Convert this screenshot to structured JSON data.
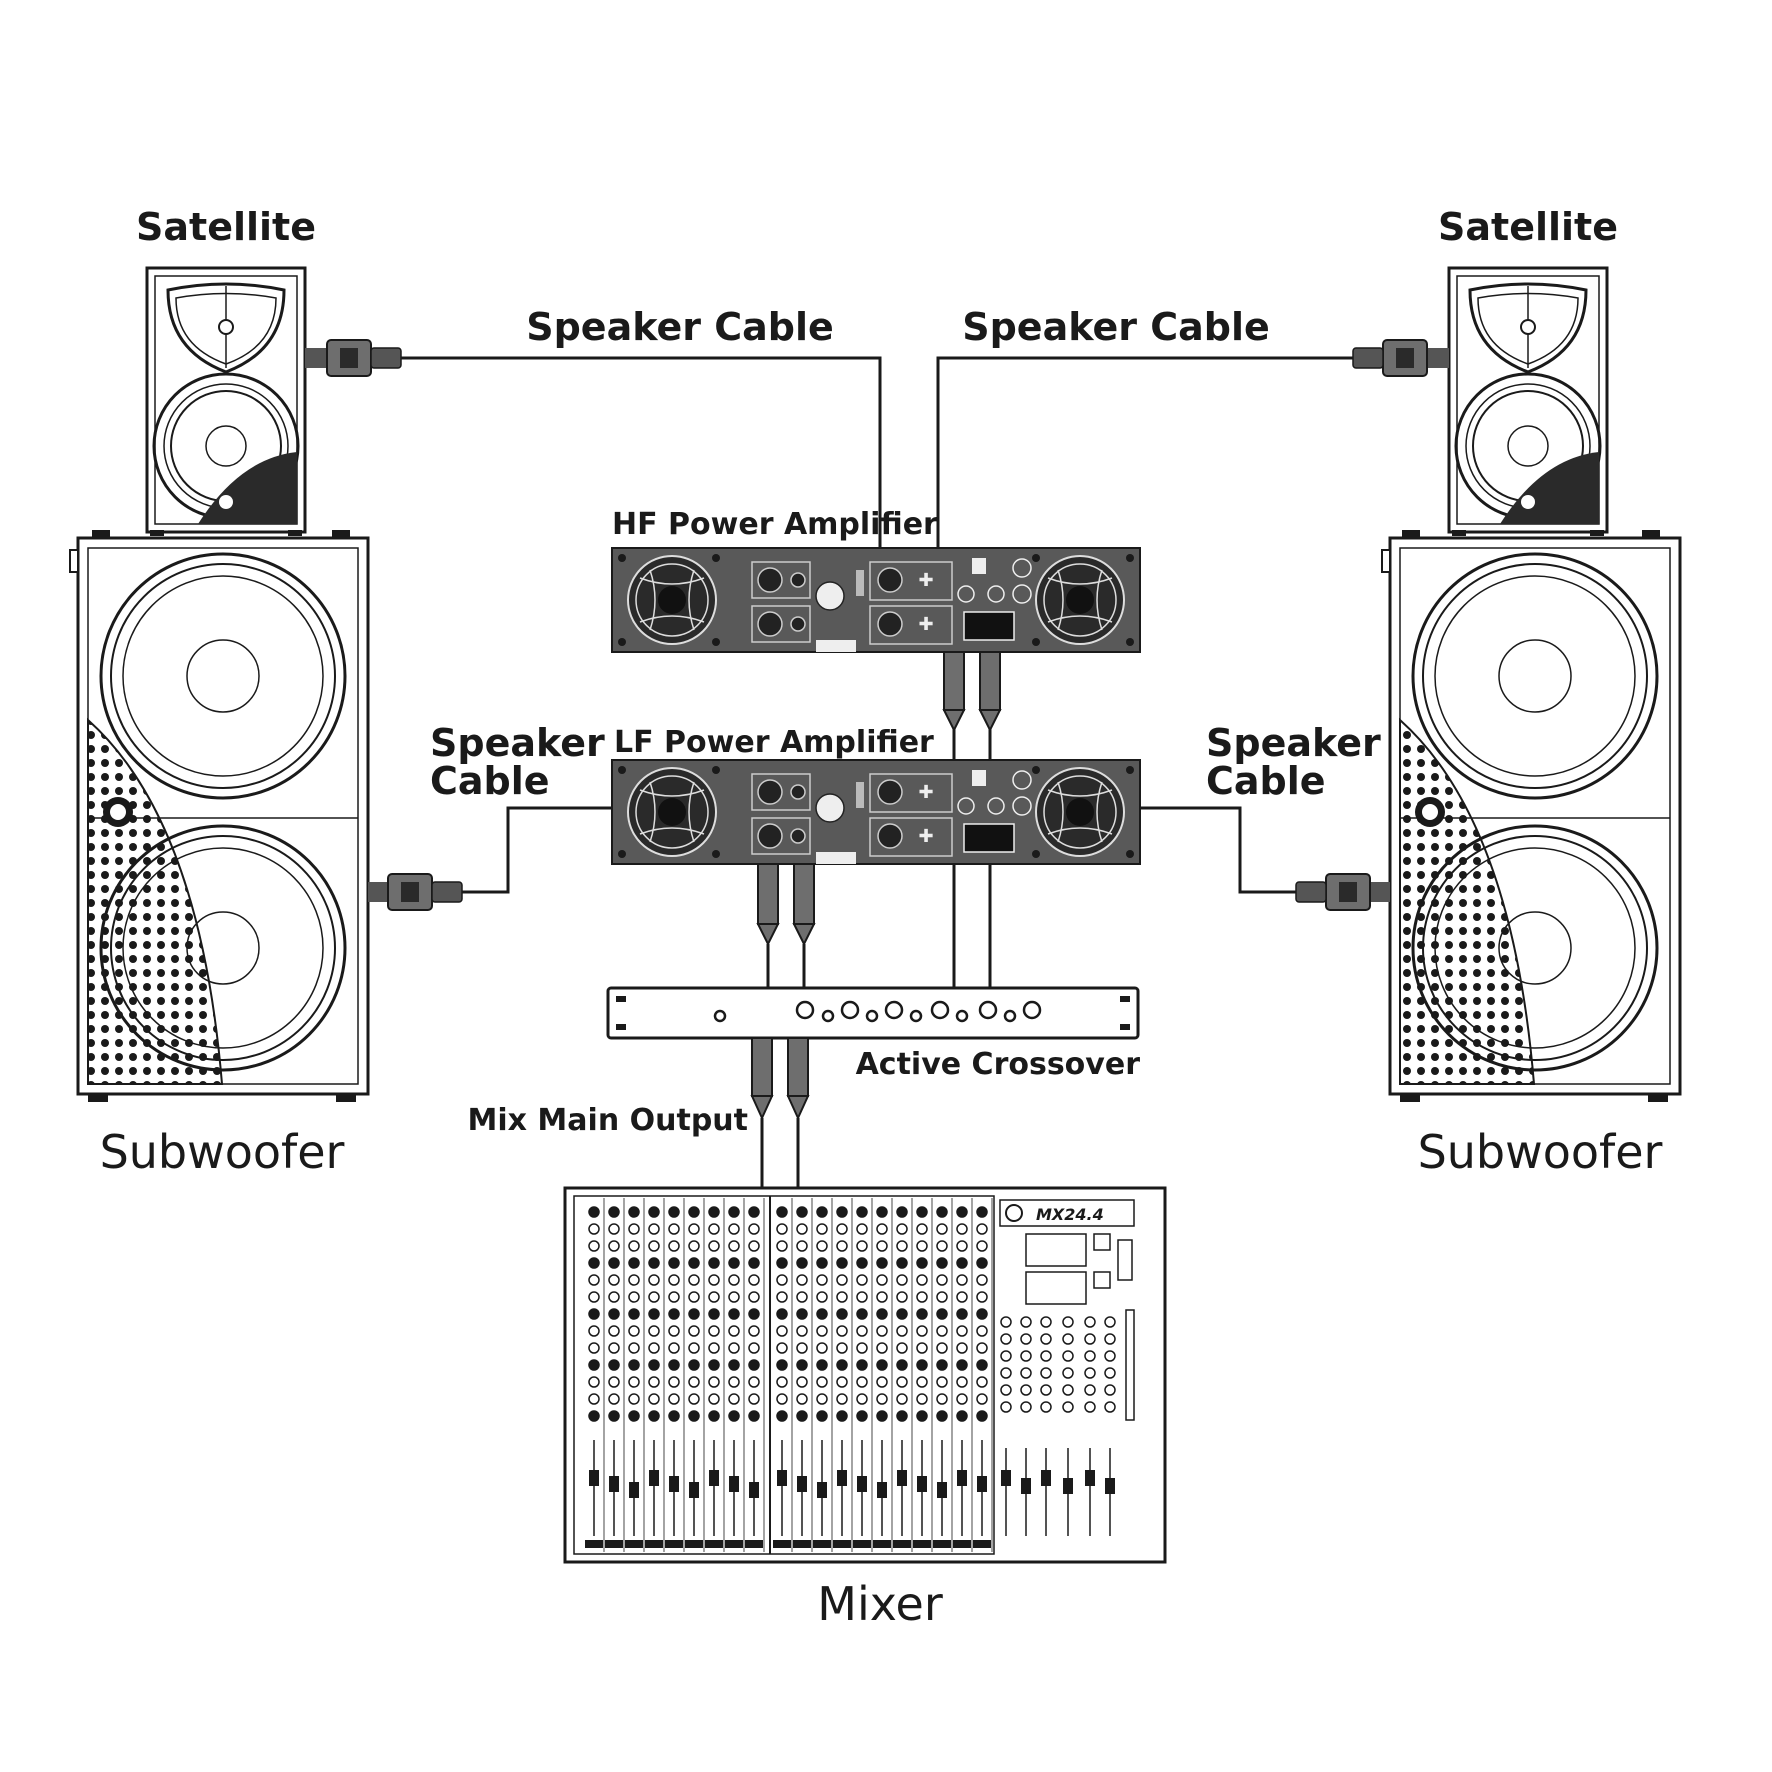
{
  "labels": {
    "satellite_left": "Satellite",
    "satellite_right": "Satellite",
    "subwoofer_left": "Subwoofer",
    "subwoofer_right": "Subwoofer",
    "speaker_cable_top_left": "Speaker Cable",
    "speaker_cable_top_right": "Speaker Cable",
    "speaker_cable_mid_left_1": "Speaker",
    "speaker_cable_mid_left_2": "Cable",
    "speaker_cable_mid_right_1": "Speaker",
    "speaker_cable_mid_right_2": "Cable",
    "hf_amp": "HF Power Amplifier",
    "lf_amp": "LF Power Amplifier",
    "active_crossover": "Active Crossover",
    "mix_main_output": "Mix Main Output",
    "mixer": "Mixer",
    "mixer_model": "MX24.4"
  },
  "colors": {
    "ink": "#1a1a1a",
    "amp_body": "#595959",
    "connector": "#6e6e6e"
  }
}
